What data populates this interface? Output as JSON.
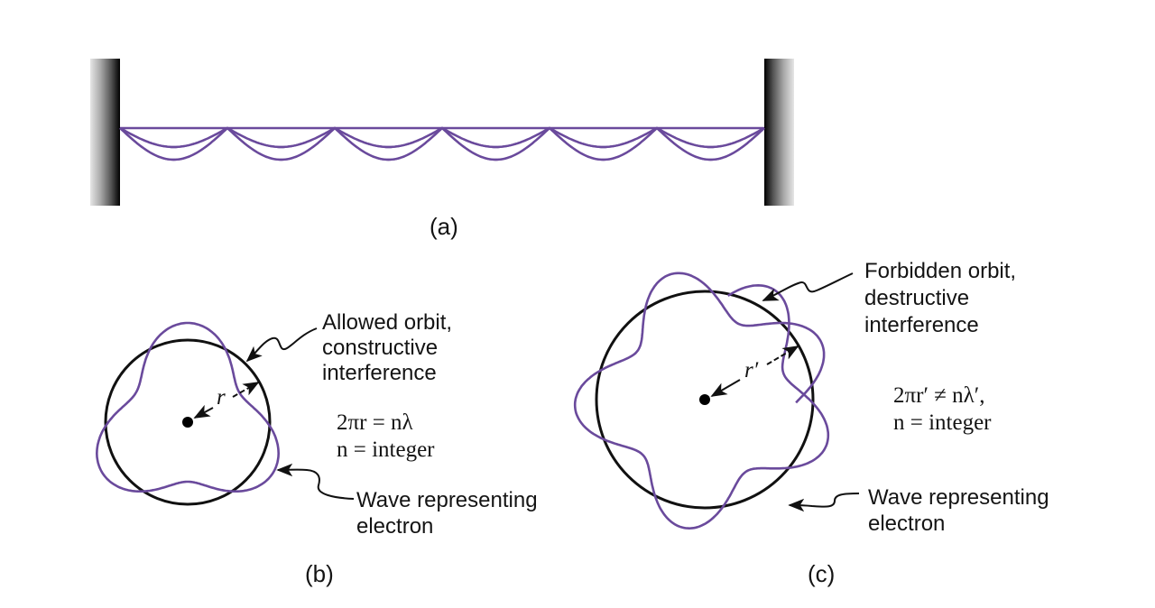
{
  "panels": {
    "a": {
      "label": "(a)",
      "description": "standing wave on a string fixed between two walls",
      "loops": 6
    },
    "b": {
      "label": "(b)",
      "callout_top": [
        "Allowed orbit,",
        "constructive",
        "interference"
      ],
      "equation_1": "2πr = nλ",
      "equation_2": "n = integer",
      "callout_bottom": [
        "Wave representing",
        "electron"
      ],
      "radius_label": "r",
      "wave_lobes": 3
    },
    "c": {
      "label": "(c)",
      "callout_top": [
        "Forbidden orbit,",
        "destructive",
        "interference"
      ],
      "equation_1": "2πr′ ≠ nλ′,",
      "equation_2": "n = integer",
      "callout_bottom": [
        "Wave representing",
        "electron"
      ],
      "radius_label": "r′"
    }
  },
  "colors": {
    "wave": "#6a4a9c",
    "orbit": "#111111",
    "text": "#141414"
  }
}
